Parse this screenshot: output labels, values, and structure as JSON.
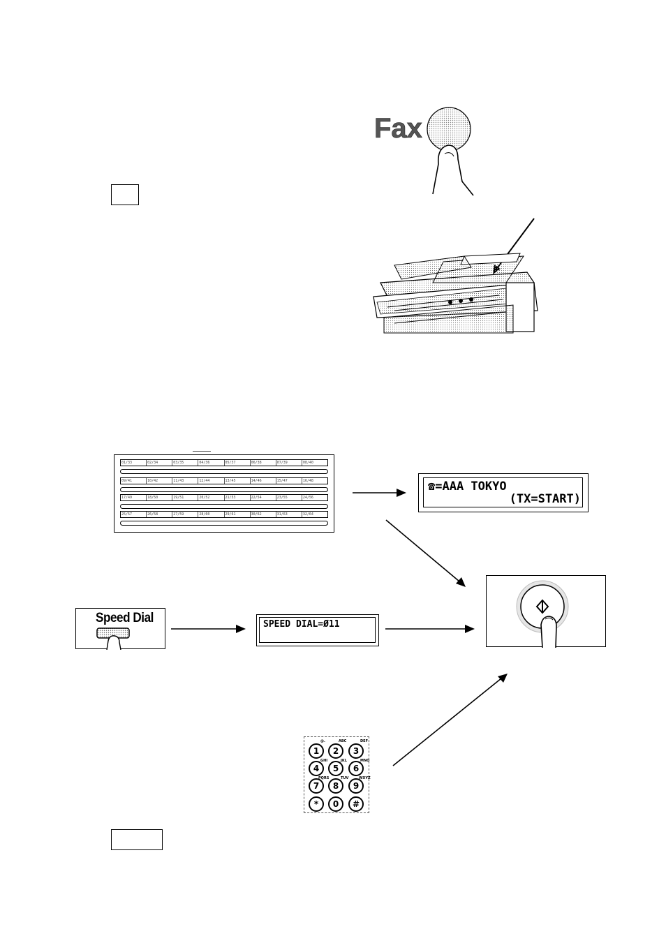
{
  "fax_button": {
    "label": "Fax",
    "icon": "finger-press-icon"
  },
  "document_feeder": {
    "icon": "copier-adf-icon"
  },
  "one_touch_panel": {
    "rows": [
      [
        "01/33",
        "02/34",
        "03/35",
        "04/36",
        "05/37",
        "06/38",
        "07/39",
        "08/40"
      ],
      [
        "09/41",
        "10/42",
        "11/43",
        "12/44",
        "13/45",
        "14/46",
        "15/47",
        "16/48"
      ],
      [
        "17/49",
        "18/50",
        "19/51",
        "20/52",
        "21/53",
        "22/54",
        "23/55",
        "24/56"
      ],
      [
        "25/57",
        "26/58",
        "27/59",
        "28/60",
        "29/61",
        "30/62",
        "31/63",
        "32/64"
      ]
    ]
  },
  "display_one_touch": {
    "line1": "☎=AAA TOKYO",
    "line2": "(TX=START)"
  },
  "speed_dial_button": {
    "label": "Speed Dial"
  },
  "display_speed_dial": {
    "line1": "SPEED DIAL=Ø11"
  },
  "keypad": {
    "keys": [
      "1",
      "2",
      "3",
      "4",
      "5",
      "6",
      "7",
      "8",
      "9",
      "*",
      "0",
      "#"
    ],
    "letters": [
      "@.",
      "ABC",
      "DEF",
      "GHI",
      "JKL",
      "MNO",
      "PQRS",
      "TUV",
      "WXYZ"
    ]
  },
  "start_button": {
    "icon": "start-diamond-icon"
  },
  "colors": {
    "ink": "#000000",
    "dot_fill": "#cfcfcf",
    "fax_text": "#555555"
  }
}
